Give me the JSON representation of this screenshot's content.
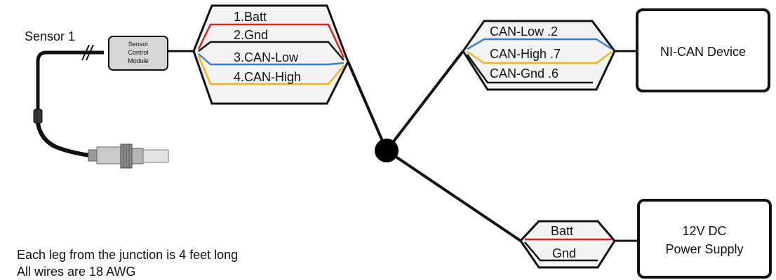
{
  "sensor": {
    "label": "Sensor 1",
    "module_lines": [
      "Sensor",
      "Control",
      "Module"
    ]
  },
  "connector_main": {
    "pins": [
      "1.Batt",
      "2.Gnd",
      "3.CAN-Low",
      "4.CAN-High"
    ]
  },
  "connector_can": {
    "pins": [
      "CAN-Low .2",
      "CAN-High .7",
      "CAN-Gnd .6"
    ]
  },
  "connector_power": {
    "pins": [
      "Batt",
      "Gnd"
    ]
  },
  "devices": {
    "can_device": "NI-CAN Device",
    "power_supply_lines": [
      "12V DC",
      "Power Supply"
    ]
  },
  "notes": [
    "Each leg from the junction is 4 feet long",
    "All wires are 18 AWG"
  ],
  "wire_colors": {
    "batt": "#e0201b",
    "gnd": "#111111",
    "can_low": "#3a7fd5",
    "can_high": "#f2b21b"
  }
}
